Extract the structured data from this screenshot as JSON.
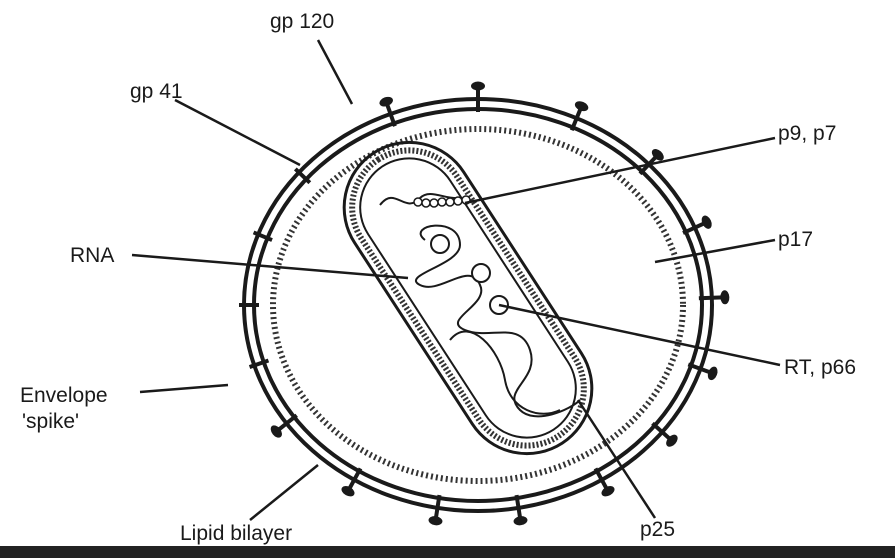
{
  "diagram": {
    "labels": {
      "gp120": "gp 120",
      "gp41": "gp 41",
      "p9p7": "p9, p7",
      "rna": "RNA",
      "p17": "p17",
      "rt": "RT, p66",
      "envelope_line1": "Envelope",
      "envelope_line2": "'spike'",
      "lipid": "Lipid bilayer",
      "p25": "p25"
    },
    "colors": {
      "ink": "#1a1a1a",
      "background": "#ffffff",
      "bar": "#222222"
    }
  }
}
